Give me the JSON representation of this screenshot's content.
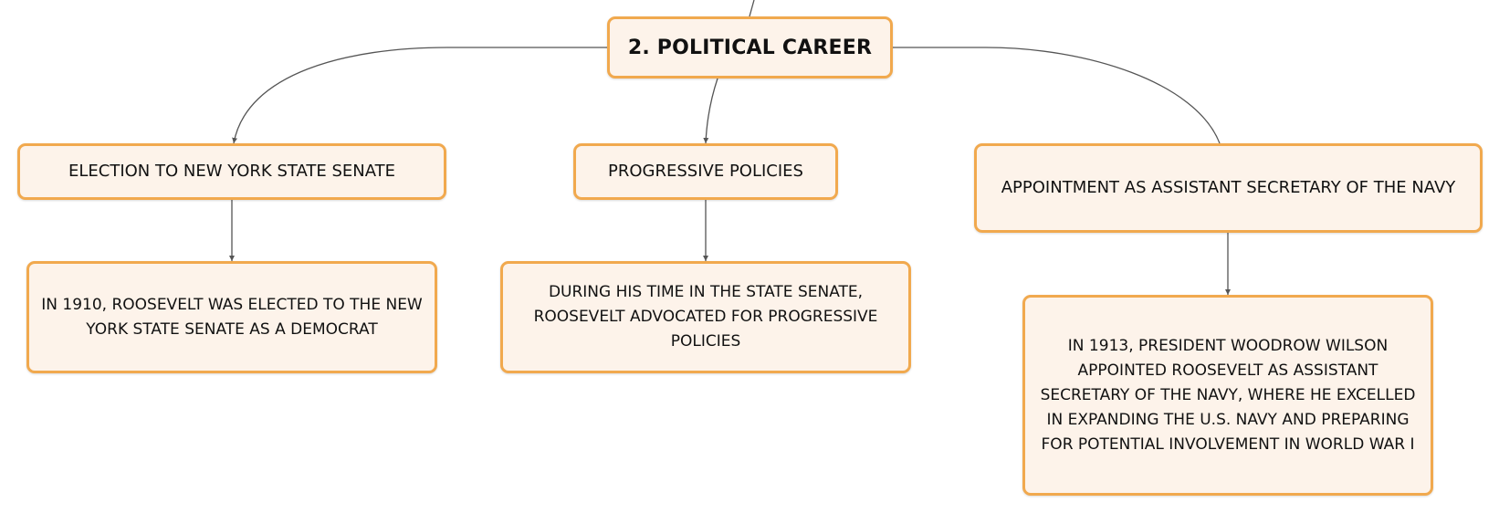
{
  "diagram": {
    "root": {
      "label": "2. POLITICAL CAREER"
    },
    "branches": [
      {
        "id": "election",
        "label": "ELECTION TO NEW YORK STATE SENATE",
        "detail": "IN 1910, ROOSEVELT WAS ELECTED TO THE NEW YORK STATE SENATE AS A DEMOCRAT"
      },
      {
        "id": "progressive",
        "label": "PROGRESSIVE POLICIES",
        "detail": "DURING HIS TIME IN THE STATE SENATE, ROOSEVELT ADVOCATED FOR PROGRESSIVE POLICIES"
      },
      {
        "id": "navy",
        "label": "APPOINTMENT AS ASSISTANT SECRETARY OF THE NAVY",
        "detail": "IN 1913, PRESIDENT WOODROW WILSON APPOINTED ROOSEVELT AS ASSISTANT SECRETARY OF THE NAVY, WHERE HE EXCELLED IN EXPANDING THE U.S. NAVY AND PREPARING FOR POTENTIAL INVOLVEMENT IN WORLD WAR I"
      }
    ],
    "colors": {
      "node_fill": "#fdf3ea",
      "node_border": "#f1a94e",
      "connector": "#555555"
    }
  }
}
